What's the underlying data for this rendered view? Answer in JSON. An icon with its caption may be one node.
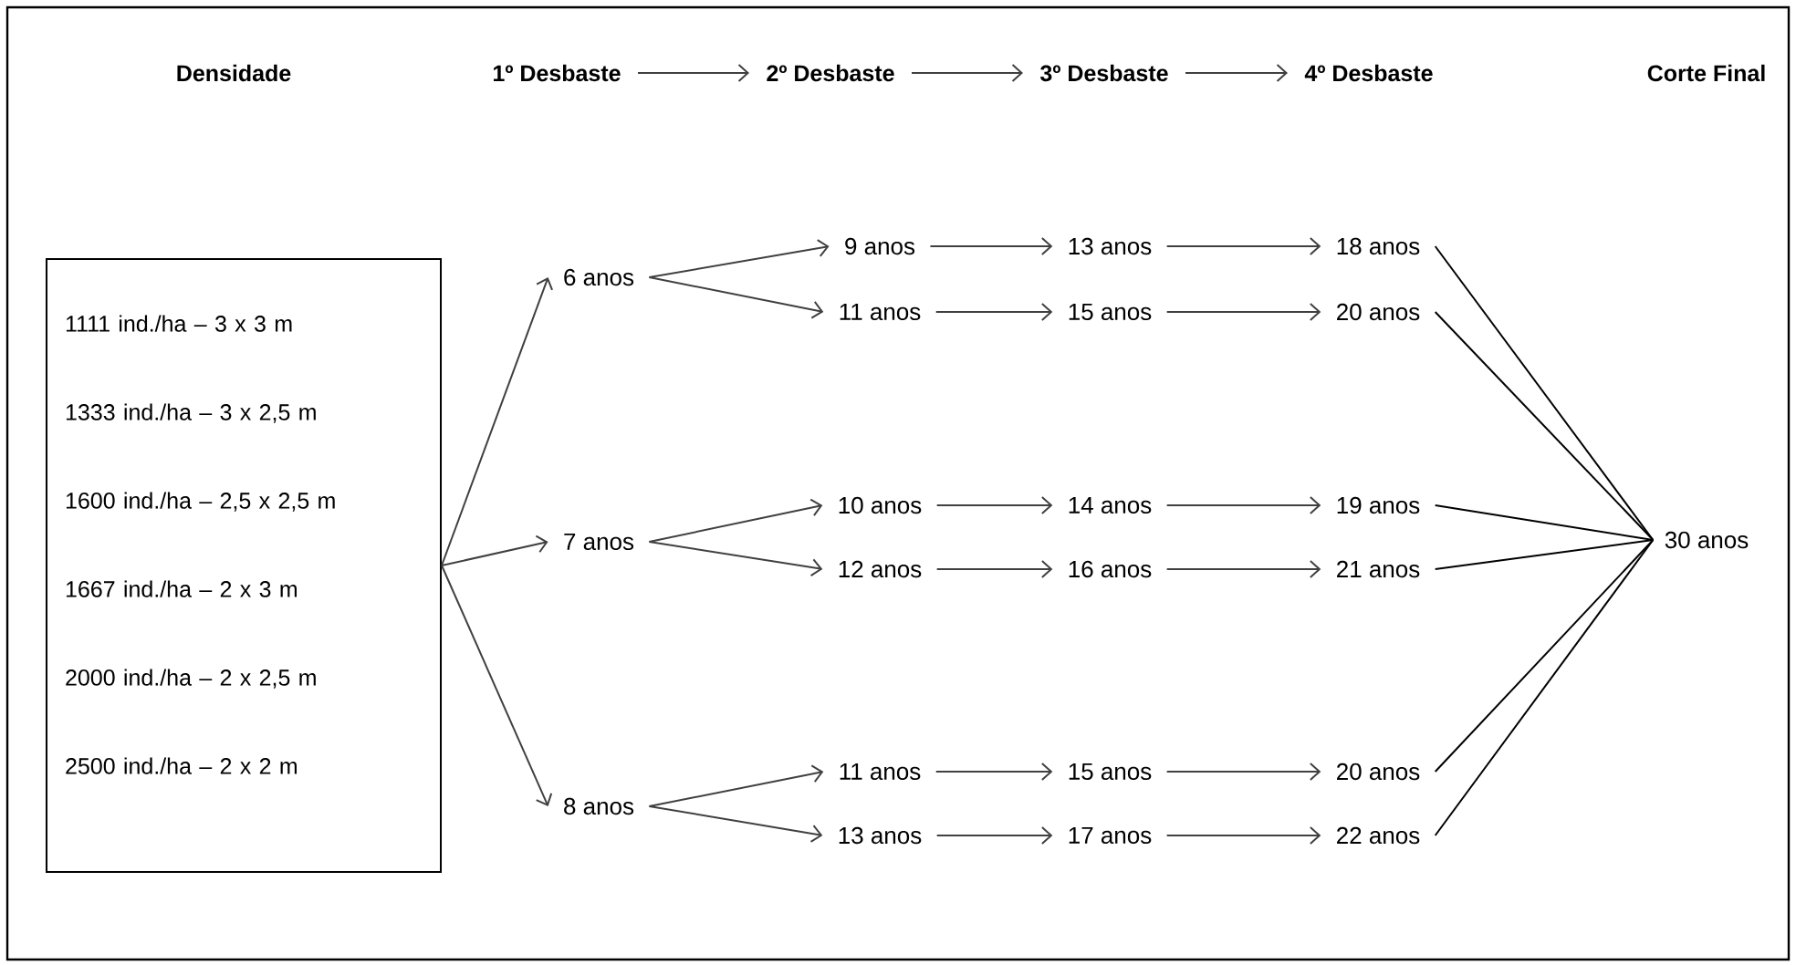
{
  "diagram": {
    "nodes": [
      {
        "text": [
          "1º Desbaste"
        ]
      },
      {
        "text": [
          "2º Desbaste"
        ]
      },
      {
        "text": [
          "3º Desbaste"
        ]
      },
      {
        "text": [
          "4º Desbaste"
        ]
      },
      {
        "text": [
          "1111 ind./ha – 3 x 3 m",
          "1333 ind./ha – 3 x 2,5 m",
          "1600 ind./ha – 2,5 x 2,5 m",
          "1667 ind./ha – 2 x 3 m",
          "2000 ind./ha – 2 x 2,5 m",
          "2500 ind./ha – 2 x 2 m"
        ]
      },
      {
        "text": [
          "6 anos"
        ]
      },
      {
        "text": [
          "7 anos"
        ]
      },
      {
        "text": [
          "8 anos"
        ]
      },
      {
        "text": [
          "9 anos"
        ]
      },
      {
        "text": [
          "11 anos"
        ]
      },
      {
        "text": [
          "10 anos"
        ]
      },
      {
        "text": [
          "12 anos"
        ]
      },
      {
        "text": [
          "11 anos"
        ]
      },
      {
        "text": [
          "13 anos"
        ]
      },
      {
        "text": [
          "13 anos"
        ]
      },
      {
        "text": [
          "15 anos"
        ]
      },
      {
        "text": [
          "14 anos"
        ]
      },
      {
        "text": [
          "16 anos"
        ]
      },
      {
        "text": [
          "15 anos"
        ]
      },
      {
        "text": [
          "17 anos"
        ]
      },
      {
        "text": [
          "18 anos"
        ]
      },
      {
        "text": [
          "20 anos"
        ]
      },
      {
        "text": [
          "19 anos"
        ]
      },
      {
        "text": [
          "21 anos"
        ]
      },
      {
        "text": [
          "20 anos"
        ]
      },
      {
        "text": [
          "22 anos"
        ]
      },
      {
        "text": [
          "30 anos"
        ]
      }
    ],
    "edges": [
      {
        "from": 0,
        "to": 1,
        "arrow": "to"
      },
      {
        "from": 1,
        "to": 2,
        "arrow": "to"
      },
      {
        "from": 2,
        "to": 3,
        "arrow": "to"
      },
      {
        "from": 4,
        "to": 5,
        "arrow": "to"
      },
      {
        "from": 4,
        "to": 6,
        "arrow": "to"
      },
      {
        "from": 4,
        "to": 7,
        "arrow": "to"
      },
      {
        "from": 5,
        "to": 8,
        "arrow": "to"
      },
      {
        "from": 5,
        "to": 9,
        "arrow": "to"
      },
      {
        "from": 6,
        "to": 10,
        "arrow": "to"
      },
      {
        "from": 6,
        "to": 11,
        "arrow": "to"
      },
      {
        "from": 7,
        "to": 12,
        "arrow": "to"
      },
      {
        "from": 7,
        "to": 13,
        "arrow": "to"
      },
      {
        "from": 8,
        "to": 14,
        "arrow": "to"
      },
      {
        "from": 9,
        "to": 15,
        "arrow": "to"
      },
      {
        "from": 10,
        "to": 16,
        "arrow": "to"
      },
      {
        "from": 11,
        "to": 17,
        "arrow": "to"
      },
      {
        "from": 12,
        "to": 18,
        "arrow": "to"
      },
      {
        "from": 13,
        "to": 19,
        "arrow": "to"
      },
      {
        "from": 14,
        "to": 20,
        "arrow": "to"
      },
      {
        "from": 15,
        "to": 21,
        "arrow": "to"
      },
      {
        "from": 16,
        "to": 22,
        "arrow": "to"
      },
      {
        "from": 17,
        "to": 23,
        "arrow": "to"
      },
      {
        "from": 18,
        "to": 24,
        "arrow": "to"
      },
      {
        "from": 19,
        "to": 25,
        "arrow": "to"
      },
      {
        "from": 20,
        "to": 26,
        "arrow": "none",
        "color": "#000000"
      },
      {
        "from": 21,
        "to": 26,
        "arrow": "none",
        "color": "#000000"
      },
      {
        "from": 22,
        "to": 26,
        "arrow": "none",
        "color": "#000000"
      },
      {
        "from": 23,
        "to": 26,
        "arrow": "none",
        "color": "#000000"
      },
      {
        "from": 24,
        "to": 26,
        "arrow": "none",
        "color": "#000000"
      },
      {
        "from": 25,
        "to": 26,
        "arrow": "none",
        "color": "#000000"
      }
    ],
    "labels": [
      "Densidade",
      "Corte Final"
    ]
  }
}
